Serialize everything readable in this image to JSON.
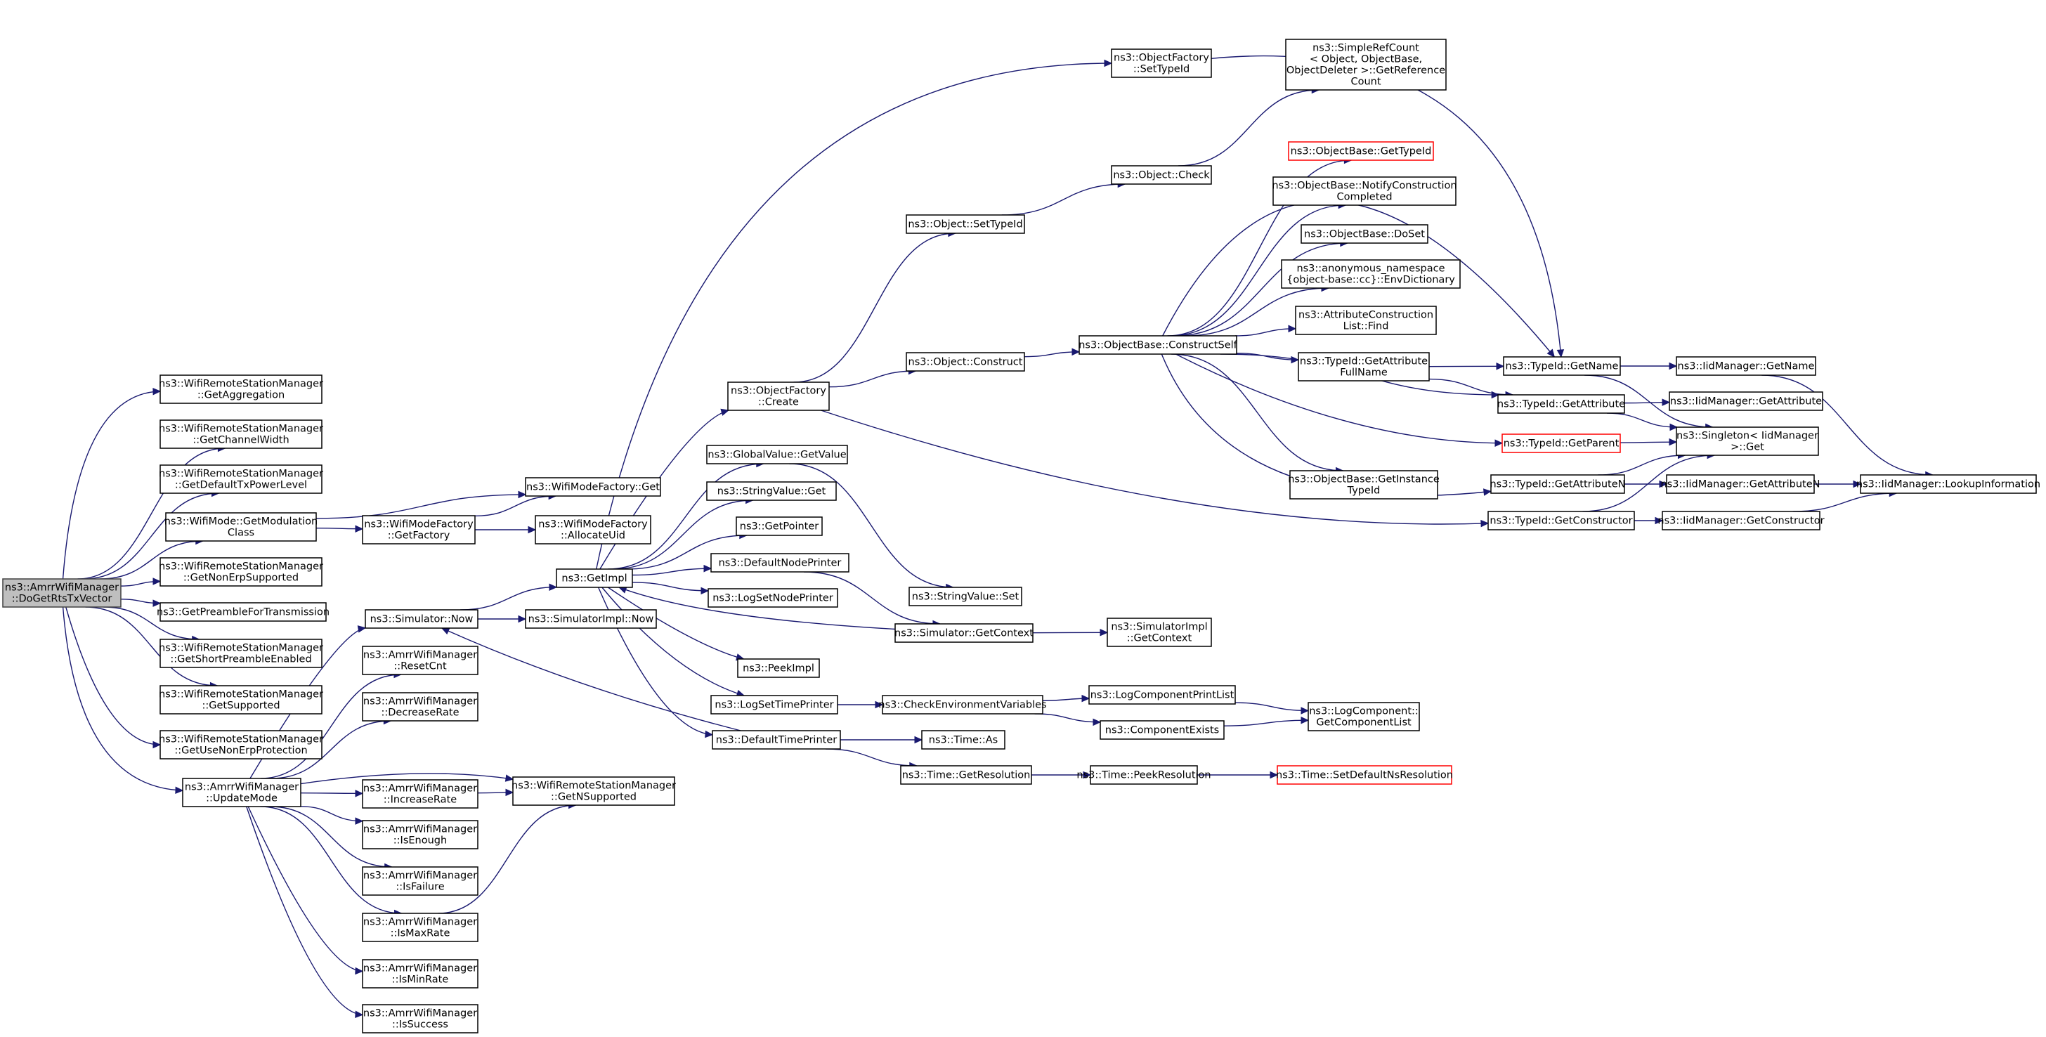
{
  "diagram": {
    "colors": {
      "edge": "#191970",
      "root_fill": "#bfbfbf",
      "node_border": "#000000",
      "truncated_border": "#ff0000"
    },
    "nodes": [
      {
        "id": "root",
        "lines": [
          "ns3::AmrrWifiManager",
          "::DoGetRtsTxVector"
        ],
        "style": "root"
      },
      {
        "id": "agg",
        "lines": [
          "ns3::WifiRemoteStationManager",
          "::GetAggregation"
        ]
      },
      {
        "id": "chw",
        "lines": [
          "ns3::WifiRemoteStationManager",
          "::GetChannelWidth"
        ]
      },
      {
        "id": "dtpl",
        "lines": [
          "ns3::WifiRemoteStationManager",
          "::GetDefaultTxPowerLevel"
        ]
      },
      {
        "id": "gmc",
        "lines": [
          "ns3::WifiMode::GetModulation",
          "Class"
        ]
      },
      {
        "id": "nerp",
        "lines": [
          "ns3::WifiRemoteStationManager",
          "::GetNonErpSupported"
        ]
      },
      {
        "id": "ppt",
        "lines": [
          "ns3::GetPreambleForTransmission"
        ]
      },
      {
        "id": "spe",
        "lines": [
          "ns3::WifiRemoteStationManager",
          "::GetShortPreambleEnabled"
        ]
      },
      {
        "id": "gsup",
        "lines": [
          "ns3::WifiRemoteStationManager",
          "::GetSupported"
        ]
      },
      {
        "id": "unep",
        "lines": [
          "ns3::WifiRemoteStationManager",
          "::GetUseNonErpProtection"
        ]
      },
      {
        "id": "um",
        "lines": [
          "ns3::AmrrWifiManager",
          "::UpdateMode"
        ]
      },
      {
        "id": "wmfgf",
        "lines": [
          "ns3::WifiModeFactory",
          "::GetFactory"
        ]
      },
      {
        "id": "wmfget",
        "lines": [
          "ns3::WifiModeFactory::Get"
        ]
      },
      {
        "id": "wmfau",
        "lines": [
          "ns3::WifiModeFactory",
          "::AllocateUid"
        ]
      },
      {
        "id": "now",
        "lines": [
          "ns3::Simulator::Now"
        ]
      },
      {
        "id": "rcnt",
        "lines": [
          "ns3::AmrrWifiManager",
          "::ResetCnt"
        ]
      },
      {
        "id": "drate",
        "lines": [
          "ns3::AmrrWifiManager",
          "::DecreaseRate"
        ]
      },
      {
        "id": "irate",
        "lines": [
          "ns3::AmrrWifiManager",
          "::IncreaseRate"
        ]
      },
      {
        "id": "isen",
        "lines": [
          "ns3::AmrrWifiManager",
          "::IsEnough"
        ]
      },
      {
        "id": "isfail",
        "lines": [
          "ns3::AmrrWifiManager",
          "::IsFailure"
        ]
      },
      {
        "id": "ismax",
        "lines": [
          "ns3::AmrrWifiManager",
          "::IsMaxRate"
        ]
      },
      {
        "id": "ismin",
        "lines": [
          "ns3::AmrrWifiManager",
          "::IsMinRate"
        ]
      },
      {
        "id": "issucc",
        "lines": [
          "ns3::AmrrWifiManager",
          "::IsSuccess"
        ]
      },
      {
        "id": "gnsup",
        "lines": [
          "ns3::WifiRemoteStationManager",
          "::GetNSupported"
        ]
      },
      {
        "id": "siminow",
        "lines": [
          "ns3::SimulatorImpl::Now"
        ]
      },
      {
        "id": "getimpl",
        "lines": [
          "ns3::GetImpl"
        ]
      },
      {
        "id": "ofcreate",
        "lines": [
          "ns3::ObjectFactory",
          "::Create"
        ]
      },
      {
        "id": "gvget",
        "lines": [
          "ns3::GlobalValue::GetValue"
        ]
      },
      {
        "id": "svget",
        "lines": [
          "ns3::StringValue::Get"
        ]
      },
      {
        "id": "gptr",
        "lines": [
          "ns3::GetPointer"
        ]
      },
      {
        "id": "dnp",
        "lines": [
          "ns3::DefaultNodePrinter"
        ]
      },
      {
        "id": "lsnp",
        "lines": [
          "ns3::LogSetNodePrinter"
        ]
      },
      {
        "id": "peekimpl",
        "lines": [
          "ns3::PeekImpl"
        ]
      },
      {
        "id": "lstp",
        "lines": [
          "ns3::LogSetTimePrinter"
        ]
      },
      {
        "id": "dtp",
        "lines": [
          "ns3::DefaultTimePrinter"
        ]
      },
      {
        "id": "ofsettid",
        "lines": [
          "ns3::ObjectFactory",
          "::SetTypeId"
        ]
      },
      {
        "id": "objsettid",
        "lines": [
          "ns3::Object::SetTypeId"
        ]
      },
      {
        "id": "objconstruct",
        "lines": [
          "ns3::Object::Construct"
        ]
      },
      {
        "id": "objcheck",
        "lines": [
          "ns3::Object::Check"
        ]
      },
      {
        "id": "svset",
        "lines": [
          "ns3::StringValue::Set"
        ]
      },
      {
        "id": "simgctx",
        "lines": [
          "ns3::Simulator::GetContext"
        ]
      },
      {
        "id": "simigctx",
        "lines": [
          "ns3::SimulatorImpl",
          "::GetContext"
        ]
      },
      {
        "id": "cev",
        "lines": [
          "ns3::CheckEnvironmentVariables"
        ]
      },
      {
        "id": "timeas",
        "lines": [
          "ns3::Time::As"
        ]
      },
      {
        "id": "timegres",
        "lines": [
          "ns3::Time::GetResolution"
        ]
      },
      {
        "id": "timepres",
        "lines": [
          "ns3::Time::PeekResolution"
        ]
      },
      {
        "id": "timesdns",
        "lines": [
          "ns3::Time::SetDefaultNsResolution"
        ],
        "style": "red"
      },
      {
        "id": "lcpl",
        "lines": [
          "ns3::LogComponentPrintList"
        ]
      },
      {
        "id": "cexists",
        "lines": [
          "ns3::ComponentExists"
        ]
      },
      {
        "id": "lcgcl",
        "lines": [
          "ns3::LogComponent::",
          "GetComponentList"
        ]
      },
      {
        "id": "srcgrc",
        "lines": [
          "ns3::SimpleRefCount",
          "< Object, ObjectBase,",
          "ObjectDeleter >::GetReference",
          "Count"
        ]
      },
      {
        "id": "obconstructself",
        "lines": [
          "ns3::ObjectBase::ConstructSelf"
        ]
      },
      {
        "id": "obgtid",
        "lines": [
          "ns3::ObjectBase::GetTypeId"
        ],
        "style": "red"
      },
      {
        "id": "obncc",
        "lines": [
          "ns3::ObjectBase::NotifyConstruction",
          "Completed"
        ]
      },
      {
        "id": "obdoset",
        "lines": [
          "ns3::ObjectBase::DoSet"
        ]
      },
      {
        "id": "anonenv",
        "lines": [
          "ns3::anonymous_namespace",
          "{object-base::cc}::EnvDictionary"
        ]
      },
      {
        "id": "aclfind",
        "lines": [
          "ns3::AttributeConstruction",
          "List::Find"
        ]
      },
      {
        "id": "tidgafn",
        "lines": [
          "ns3::TypeId::GetAttribute",
          "FullName"
        ]
      },
      {
        "id": "obgitid",
        "lines": [
          "ns3::ObjectBase::GetInstance",
          "TypeId"
        ]
      },
      {
        "id": "tidgetname",
        "lines": [
          "ns3::TypeId::GetName"
        ]
      },
      {
        "id": "tidgattr",
        "lines": [
          "ns3::TypeId::GetAttribute"
        ]
      },
      {
        "id": "tidgparent",
        "lines": [
          "ns3::TypeId::GetParent"
        ],
        "style": "red"
      },
      {
        "id": "tidgattrn",
        "lines": [
          "ns3::TypeId::GetAttributeN"
        ]
      },
      {
        "id": "tidgctor",
        "lines": [
          "ns3::TypeId::GetConstructor"
        ]
      },
      {
        "id": "iidgetname",
        "lines": [
          "ns3::IidManager::GetName"
        ]
      },
      {
        "id": "iidgattr",
        "lines": [
          "ns3::IidManager::GetAttribute"
        ]
      },
      {
        "id": "singleton",
        "lines": [
          "ns3::Singleton< IidManager",
          ">::Get"
        ]
      },
      {
        "id": "iidgattrn",
        "lines": [
          "ns3::IidManager::GetAttributeN"
        ]
      },
      {
        "id": "iidgctor",
        "lines": [
          "ns3::IidManager::GetConstructor"
        ]
      },
      {
        "id": "iidlookup",
        "lines": [
          "ns3::IidManager::LookupInformation"
        ]
      }
    ],
    "edges": [
      [
        "root",
        "agg"
      ],
      [
        "root",
        "chw"
      ],
      [
        "root",
        "dtpl"
      ],
      [
        "root",
        "gmc"
      ],
      [
        "root",
        "nerp"
      ],
      [
        "root",
        "ppt"
      ],
      [
        "root",
        "spe"
      ],
      [
        "root",
        "gsup"
      ],
      [
        "root",
        "unep"
      ],
      [
        "root",
        "um"
      ],
      [
        "gmc",
        "wmfget"
      ],
      [
        "gmc",
        "wmfgf"
      ],
      [
        "wmfgf",
        "wmfget"
      ],
      [
        "wmfgf",
        "wmfau"
      ],
      [
        "um",
        "now"
      ],
      [
        "um",
        "rcnt"
      ],
      [
        "um",
        "drate"
      ],
      [
        "um",
        "irate"
      ],
      [
        "um",
        "gnsup"
      ],
      [
        "um",
        "isen"
      ],
      [
        "um",
        "isfail"
      ],
      [
        "um",
        "ismax"
      ],
      [
        "um",
        "ismin"
      ],
      [
        "um",
        "issucc"
      ],
      [
        "irate",
        "gnsup"
      ],
      [
        "ismax",
        "gnsup"
      ],
      [
        "now",
        "getimpl"
      ],
      [
        "now",
        "siminow"
      ],
      [
        "getimpl",
        "ofcreate"
      ],
      [
        "getimpl",
        "gvget"
      ],
      [
        "getimpl",
        "svget"
      ],
      [
        "getimpl",
        "gptr"
      ],
      [
        "getimpl",
        "dnp"
      ],
      [
        "getimpl",
        "lsnp"
      ],
      [
        "getimpl",
        "peekimpl"
      ],
      [
        "getimpl",
        "lstp"
      ],
      [
        "getimpl",
        "dtp"
      ],
      [
        "getimpl",
        "ofsettid"
      ],
      [
        "ofcreate",
        "objsettid"
      ],
      [
        "ofcreate",
        "objconstruct"
      ],
      [
        "ofcreate",
        "tidgctor"
      ],
      [
        "ofsettid",
        "tidgetname"
      ],
      [
        "objsettid",
        "objcheck"
      ],
      [
        "objcheck",
        "srcgrc"
      ],
      [
        "objconstruct",
        "obconstructself"
      ],
      [
        "gvget",
        "svset"
      ],
      [
        "dnp",
        "simgctx"
      ],
      [
        "simgctx",
        "getimpl"
      ],
      [
        "simgctx",
        "simigctx"
      ],
      [
        "lstp",
        "cev"
      ],
      [
        "dtp",
        "now"
      ],
      [
        "dtp",
        "timeas"
      ],
      [
        "dtp",
        "timegres"
      ],
      [
        "cev",
        "lcpl"
      ],
      [
        "cev",
        "cexists"
      ],
      [
        "lcpl",
        "lcgcl"
      ],
      [
        "cexists",
        "lcgcl"
      ],
      [
        "timegres",
        "timepres"
      ],
      [
        "timepres",
        "timesdns"
      ],
      [
        "obconstructself",
        "tidgetname"
      ],
      [
        "obconstructself",
        "obgtid"
      ],
      [
        "obconstructself",
        "obncc"
      ],
      [
        "obconstructself",
        "obdoset"
      ],
      [
        "obconstructself",
        "anonenv"
      ],
      [
        "obconstructself",
        "aclfind"
      ],
      [
        "obconstructself",
        "tidgafn"
      ],
      [
        "obconstructself",
        "tidgattr"
      ],
      [
        "obconstructself",
        "tidgparent"
      ],
      [
        "obconstructself",
        "obgitid"
      ],
      [
        "obconstructself",
        "tidgattrn"
      ],
      [
        "tidgafn",
        "tidgetname"
      ],
      [
        "tidgafn",
        "tidgattr"
      ],
      [
        "tidgetname",
        "iidgetname"
      ],
      [
        "tidgetname",
        "singleton"
      ],
      [
        "tidgattr",
        "iidgattr"
      ],
      [
        "tidgattr",
        "singleton"
      ],
      [
        "tidgparent",
        "singleton"
      ],
      [
        "tidgattrn",
        "singleton"
      ],
      [
        "tidgattrn",
        "iidgattrn"
      ],
      [
        "tidgctor",
        "singleton"
      ],
      [
        "tidgctor",
        "iidgctor"
      ],
      [
        "iidgetname",
        "iidlookup"
      ],
      [
        "iidgattrn",
        "iidlookup"
      ],
      [
        "iidgctor",
        "iidlookup"
      ]
    ]
  }
}
